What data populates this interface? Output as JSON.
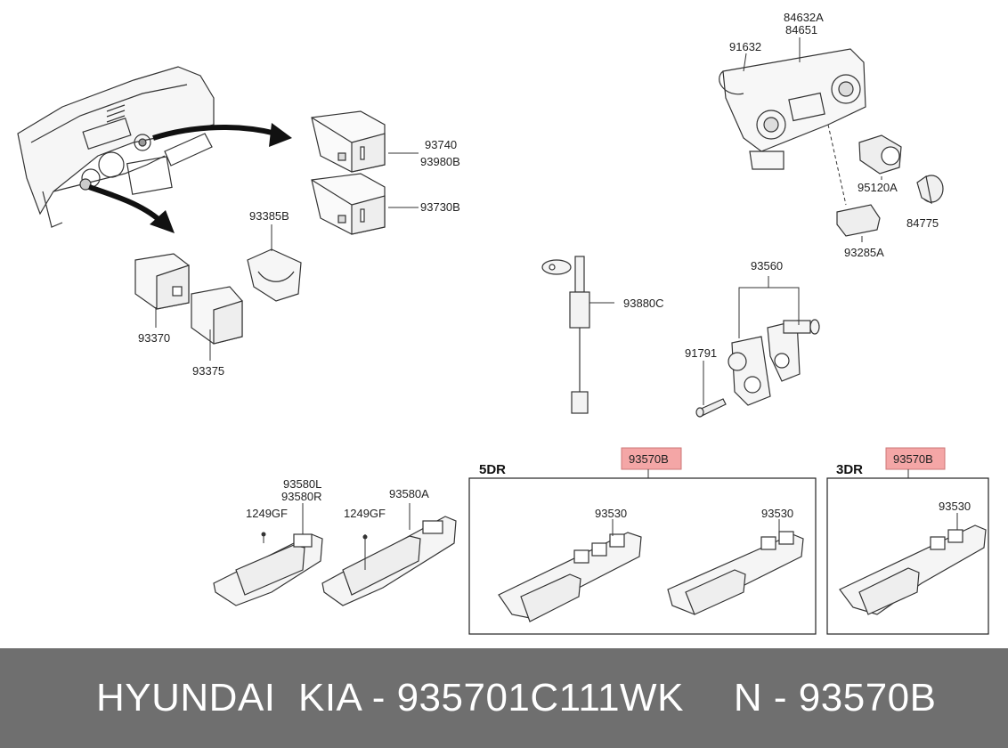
{
  "diagram": {
    "part_labels": {
      "p84632A": "84632A",
      "p84651": "84651",
      "p91632": "91632",
      "p93740": "93740",
      "p93980B": "93980B",
      "p93730B": "93730B",
      "p93385B": "93385B",
      "p93370": "93370",
      "p93375": "93375",
      "p95120A": "95120A",
      "p84775": "84775",
      "p93285A": "93285A",
      "p93880C": "93880C",
      "p93560": "93560",
      "p91791": "91791",
      "p93580L": "93580L",
      "p93580R": "93580R",
      "p1249GF_a": "1249GF",
      "p93580A": "93580A",
      "p1249GF_b": "1249GF",
      "p93530_a": "93530",
      "p93530_b": "93530",
      "p93530_c": "93530"
    },
    "groups": {
      "five_door": {
        "label": "5DR",
        "highlight": "93570B"
      },
      "three_door": {
        "label": "3DR",
        "highlight": "93570B"
      }
    },
    "colors": {
      "highlight": "#f4a6a6",
      "footer_bg": "#6f6f6f",
      "footer_text": "#ffffff"
    }
  },
  "footer": {
    "left": "HYUNDAI  KIA - 935701C111WK",
    "right": "N - 93570B"
  }
}
